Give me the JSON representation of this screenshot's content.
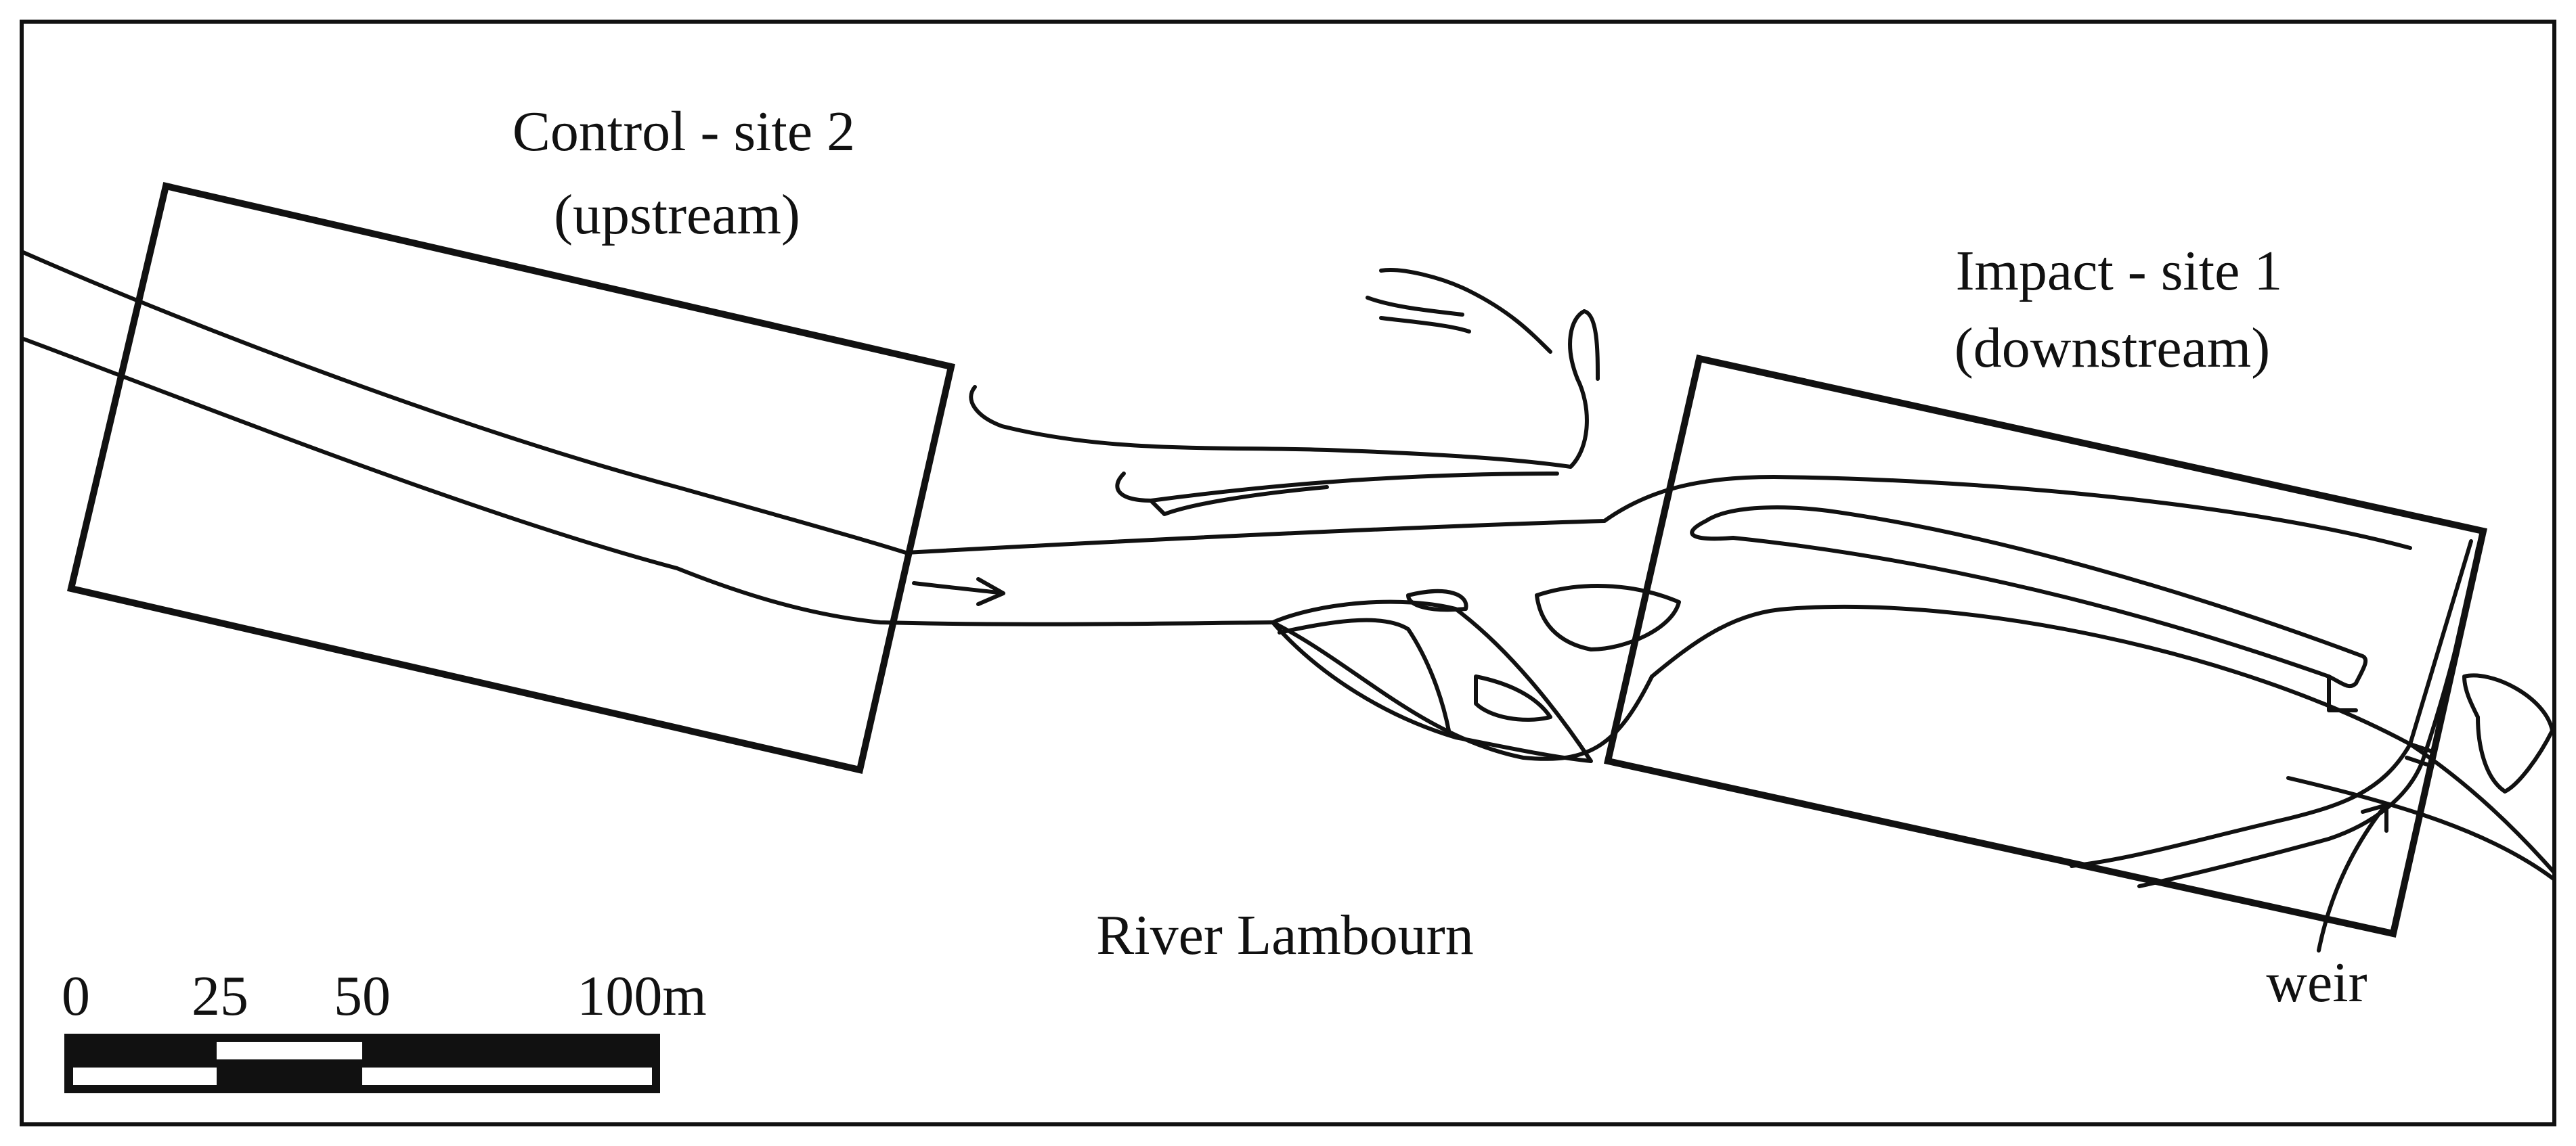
{
  "map": {
    "labels": {
      "control_site": "Control - site 2",
      "control_note": "(upstream)",
      "impact_site": "Impact - site 1",
      "impact_note": "(downstream)",
      "river_name": "River Lambourn",
      "weir": "weir"
    },
    "scale_bar": {
      "ticks": [
        "0",
        "25",
        "50",
        "100m"
      ],
      "total_m": 100,
      "segments_m": [
        0,
        25,
        50,
        100
      ]
    },
    "colors": {
      "ink": "#111111",
      "background": "#ffffff"
    },
    "icons": {
      "flow_direction": "flow-arrow-icon",
      "weir_pointer": "weir-pointer-arrow-icon"
    }
  }
}
